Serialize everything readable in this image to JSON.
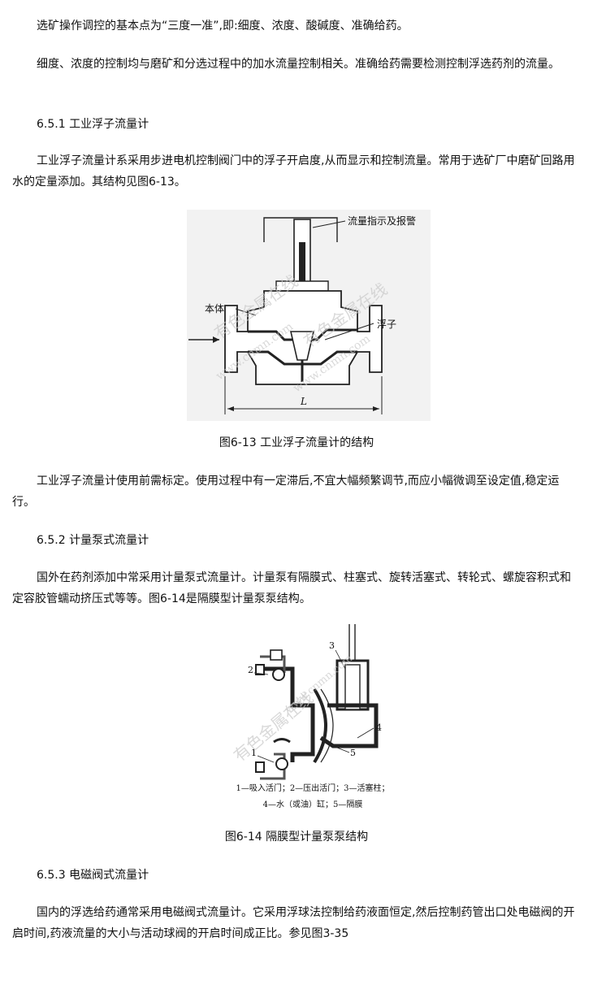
{
  "paragraphs": {
    "p1": "选矿操作调控的基本点为“三度一准”,即:细度、浓度、酸碱度、准确给药。",
    "p2": "细度、浓度的控制均与磨矿和分选过程中的加水流量控制相关。准确给药需要检测控制浮选药剂的流量。",
    "h651": "6.5.1 工业浮子流量计",
    "p3": "工业浮子流量计系采用步进电机控制阀门中的浮子开启度,从而显示和控制流量。常用于选矿厂中磨矿回路用水的定量添加。其结构见图6-13。",
    "p4": "工业浮子流量计使用前需标定。使用过程中有一定滞后,不宜大幅频繁调节,而应小幅微调至设定值,稳定运行。",
    "h652": "6.5.2 计量泵式流量计",
    "p5": "国外在药剂添加中常采用计量泵式流量计。计量泵有隔膜式、柱塞式、旋转活塞式、转轮式、螺旋容积式和定容胶管蠕动挤压式等等。图6-14是隔膜型计量泵泵结构。",
    "h653": "6.5.3 电磁阀式流量计",
    "p6": "国内的浮选给药通常采用电磁阀式流量计。它采用浮球法控制给药液面恒定,然后控制药管出口处电磁阀的开启时间,药液流量的大小与活动球阀的开启时间成正比。参见图3-35"
  },
  "figure1": {
    "caption": "图6-13 工业浮子流量计的结构",
    "label_indicator": "流量指示及报警",
    "label_body": "本体",
    "label_float": "浮子",
    "label_length": "L",
    "watermark_a": "有色金属在线",
    "watermark_b": "www.cnmn.com",
    "watermark_c": "有色金属在线",
    "watermark_d": "www.cnmn.com"
  },
  "figure2": {
    "caption": "图6-14 隔膜型计量泵泵结构",
    "n1": "1",
    "n2": "2",
    "n3": "3",
    "n4": "4",
    "n5": "5",
    "legend_line1": "1—吸入活门；2—压出活门；3—活塞柱；",
    "legend_line2": "4—水（或油）缸；5—隔膜",
    "watermark_a": "有色金属在线",
    "watermark_b": "www.cnmn.com"
  },
  "colors": {
    "text": "#111111",
    "line": "#222222",
    "hatch": "#555555",
    "figure_bg": "#f2f2f2",
    "watermark": "#c9c9c9"
  }
}
